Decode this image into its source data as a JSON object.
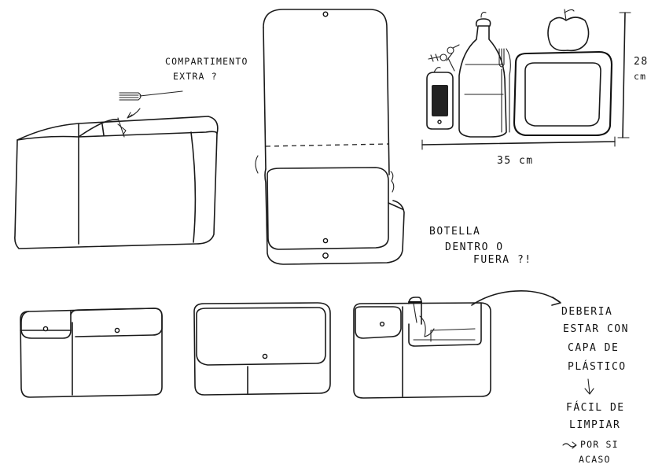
{
  "annotations": {
    "compartment_line1": "COMPARTIMENTO",
    "compartment_line2": "EXTRA ?",
    "dim_height_value": "28",
    "dim_height_unit": "cm",
    "dim_width": "35 cm",
    "bottle_line1": "BOTELLA",
    "bottle_line2": "DENTRO O",
    "bottle_line3": "FUERA ?!",
    "note_line1": "DEBERIA",
    "note_line2": "ESTAR CON",
    "note_line3": "CAPA DE",
    "note_line4": "PLÁSTICO",
    "note_line5": "FÁCIL DE",
    "note_line6": "LIMPIAR",
    "note_line7": "POR SI",
    "note_line8": "ACASO"
  },
  "colors": {
    "ink": "#1a1a1a",
    "paper": "#ffffff"
  }
}
